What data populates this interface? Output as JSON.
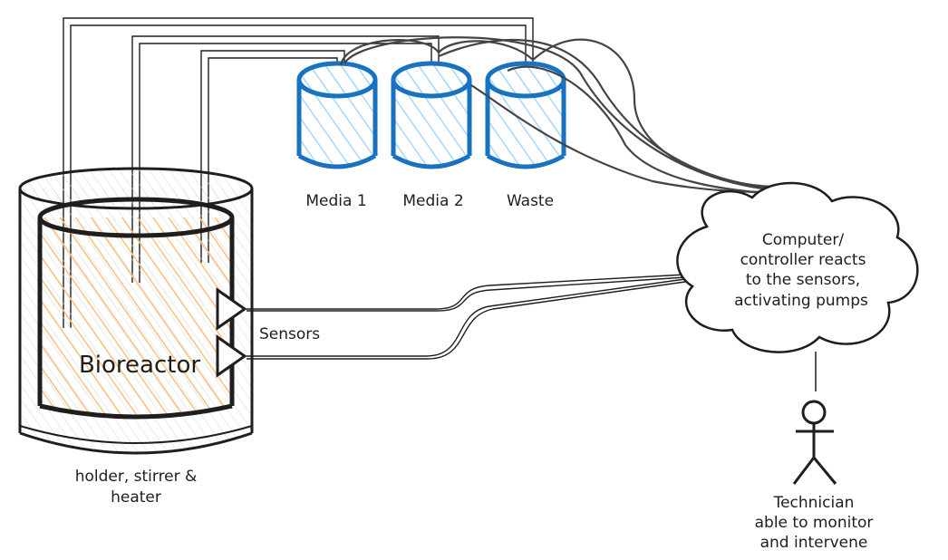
{
  "colors": {
    "stroke": "#1e1e1e",
    "bottle_stroke": "#1971c2",
    "bottle_fill": "#a5d8ff",
    "reactor_fill": "#ffc078",
    "holder_fill": "#e9ecef",
    "background": "#ffffff"
  },
  "bioreactor": {
    "label": "Bioreactor"
  },
  "holder": {
    "label_line1": "holder, stirrer &",
    "label_line2": "heater"
  },
  "sensors": {
    "label": "Sensors"
  },
  "bottles": [
    {
      "label": "Media 1"
    },
    {
      "label": "Media 2"
    },
    {
      "label": "Waste"
    }
  ],
  "controller": {
    "line1": "Computer/",
    "line2": "controller reacts",
    "line3": "to the sensors,",
    "line4": "activating pumps"
  },
  "technician": {
    "line1": "Technician",
    "line2": "able to monitor",
    "line3": "and intervene"
  },
  "icons": [
    "bottle-icon",
    "cloud-icon",
    "stick-figure-icon",
    "sensor-triangle-icon"
  ]
}
